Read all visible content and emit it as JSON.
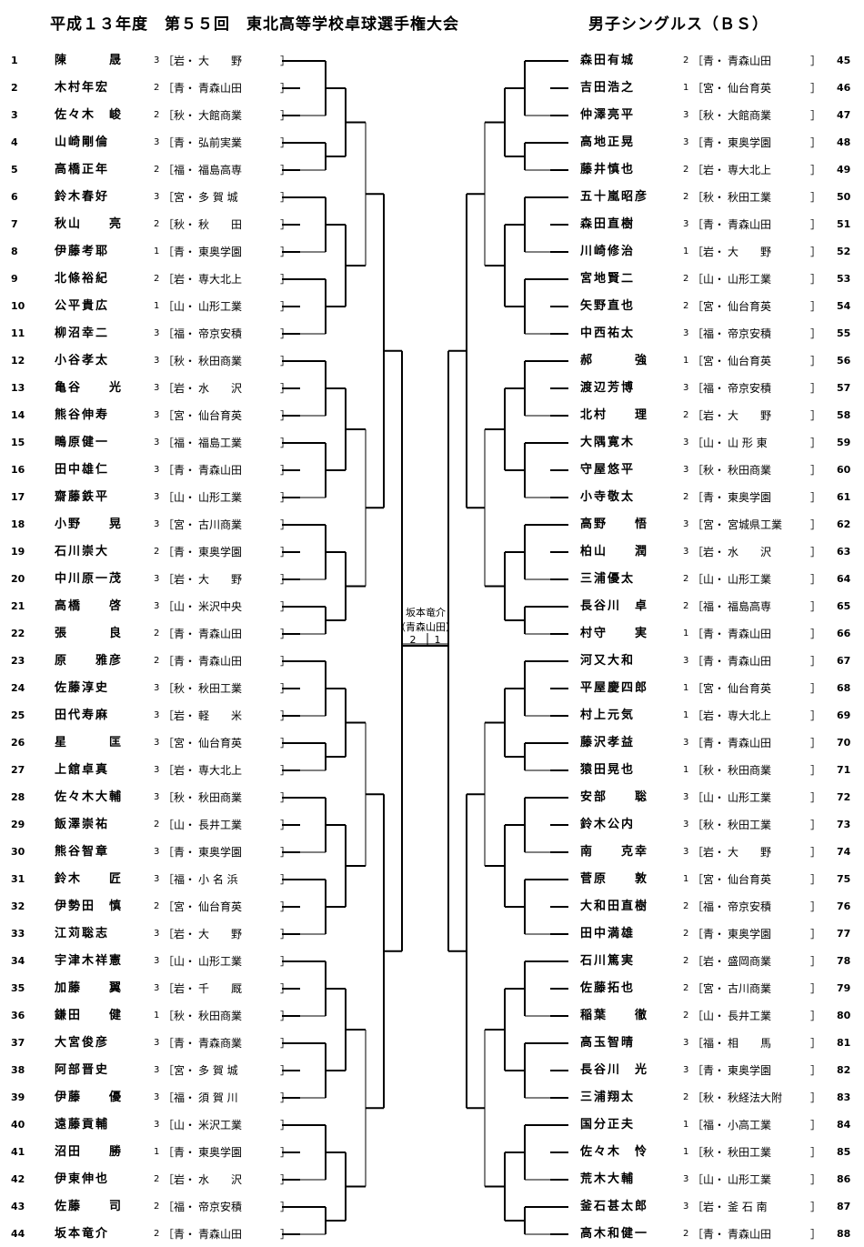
{
  "header": {
    "title": "平成１３年度　第５５回　東北高等学校卓球選手権大会",
    "event": "男子シングルス（ＢＳ）"
  },
  "champion": {
    "name": "坂本竜介",
    "school": "（青森山田）",
    "final_left": "2",
    "final_right": "1"
  },
  "left_players": [
    {
      "no": "1",
      "name": "陳　　　晟",
      "grade": "3",
      "pref": "岩・",
      "school": "大　　野"
    },
    {
      "no": "2",
      "name": "木村年宏",
      "grade": "2",
      "pref": "青・",
      "school": "青森山田"
    },
    {
      "no": "3",
      "name": "佐々木　峻",
      "grade": "2",
      "pref": "秋・",
      "school": "大館商業"
    },
    {
      "no": "4",
      "name": "山崎剛倫",
      "grade": "3",
      "pref": "青・",
      "school": "弘前実業"
    },
    {
      "no": "5",
      "name": "高橋正年",
      "grade": "2",
      "pref": "福・",
      "school": "福島高専"
    },
    {
      "no": "6",
      "name": "鈴木春好",
      "grade": "3",
      "pref": "宮・",
      "school": "多 賀 城"
    },
    {
      "no": "7",
      "name": "秋山　　亮",
      "grade": "2",
      "pref": "秋・",
      "school": "秋　　田"
    },
    {
      "no": "8",
      "name": "伊藤考耶",
      "grade": "1",
      "pref": "青・",
      "school": "東奥学園"
    },
    {
      "no": "9",
      "name": "北條裕紀",
      "grade": "2",
      "pref": "岩・",
      "school": "専大北上"
    },
    {
      "no": "10",
      "name": "公平貴広",
      "grade": "1",
      "pref": "山・",
      "school": "山形工業"
    },
    {
      "no": "11",
      "name": "柳沼幸二",
      "grade": "3",
      "pref": "福・",
      "school": "帝京安積"
    },
    {
      "no": "12",
      "name": "小谷孝太",
      "grade": "3",
      "pref": "秋・",
      "school": "秋田商業"
    },
    {
      "no": "13",
      "name": "亀谷　　光",
      "grade": "3",
      "pref": "岩・",
      "school": "水　　沢"
    },
    {
      "no": "14",
      "name": "熊谷伸寿",
      "grade": "3",
      "pref": "宮・",
      "school": "仙台育英"
    },
    {
      "no": "15",
      "name": "鴫原健一",
      "grade": "3",
      "pref": "福・",
      "school": "福島工業"
    },
    {
      "no": "16",
      "name": "田中雄仁",
      "grade": "3",
      "pref": "青・",
      "school": "青森山田"
    },
    {
      "no": "17",
      "name": "齋藤鉄平",
      "grade": "3",
      "pref": "山・",
      "school": "山形工業"
    },
    {
      "no": "18",
      "name": "小野　　晃",
      "grade": "3",
      "pref": "宮・",
      "school": "古川商業"
    },
    {
      "no": "19",
      "name": "石川崇大",
      "grade": "2",
      "pref": "青・",
      "school": "東奥学園"
    },
    {
      "no": "20",
      "name": "中川原一茂",
      "grade": "3",
      "pref": "岩・",
      "school": "大　　野"
    },
    {
      "no": "21",
      "name": "高橋　　啓",
      "grade": "3",
      "pref": "山・",
      "school": "米沢中央"
    },
    {
      "no": "22",
      "name": "張　　　良",
      "grade": "2",
      "pref": "青・",
      "school": "青森山田"
    },
    {
      "no": "23",
      "name": "原　　雅彦",
      "grade": "2",
      "pref": "青・",
      "school": "青森山田"
    },
    {
      "no": "24",
      "name": "佐藤淳史",
      "grade": "3",
      "pref": "秋・",
      "school": "秋田工業"
    },
    {
      "no": "25",
      "name": "田代寿麻",
      "grade": "3",
      "pref": "岩・",
      "school": "軽　　米"
    },
    {
      "no": "26",
      "name": "星　　　匡",
      "grade": "3",
      "pref": "宮・",
      "school": "仙台育英"
    },
    {
      "no": "27",
      "name": "上舘卓真",
      "grade": "3",
      "pref": "岩・",
      "school": "専大北上"
    },
    {
      "no": "28",
      "name": "佐々木大輔",
      "grade": "3",
      "pref": "秋・",
      "school": "秋田商業"
    },
    {
      "no": "29",
      "name": "飯澤崇祐",
      "grade": "2",
      "pref": "山・",
      "school": "長井工業"
    },
    {
      "no": "30",
      "name": "熊谷智章",
      "grade": "3",
      "pref": "青・",
      "school": "東奥学園"
    },
    {
      "no": "31",
      "name": "鈴木　　匠",
      "grade": "3",
      "pref": "福・",
      "school": "小 名 浜"
    },
    {
      "no": "32",
      "name": "伊勢田　慎",
      "grade": "2",
      "pref": "宮・",
      "school": "仙台育英"
    },
    {
      "no": "33",
      "name": "江苅聡志",
      "grade": "3",
      "pref": "岩・",
      "school": "大　　野"
    },
    {
      "no": "34",
      "name": "宇津木祥憲",
      "grade": "3",
      "pref": "山・",
      "school": "山形工業"
    },
    {
      "no": "35",
      "name": "加藤　　翼",
      "grade": "3",
      "pref": "岩・",
      "school": "千　　厩"
    },
    {
      "no": "36",
      "name": "鎌田　　健",
      "grade": "1",
      "pref": "秋・",
      "school": "秋田商業"
    },
    {
      "no": "37",
      "name": "大宮俊彦",
      "grade": "3",
      "pref": "青・",
      "school": "青森商業"
    },
    {
      "no": "38",
      "name": "阿部晋史",
      "grade": "3",
      "pref": "宮・",
      "school": "多 賀 城"
    },
    {
      "no": "39",
      "name": "伊藤　　優",
      "grade": "3",
      "pref": "福・",
      "school": "須 賀 川"
    },
    {
      "no": "40",
      "name": "遠藤貢輔",
      "grade": "3",
      "pref": "山・",
      "school": "米沢工業"
    },
    {
      "no": "41",
      "name": "沼田　　勝",
      "grade": "1",
      "pref": "青・",
      "school": "東奥学園"
    },
    {
      "no": "42",
      "name": "伊東伸也",
      "grade": "2",
      "pref": "岩・",
      "school": "水　　沢"
    },
    {
      "no": "43",
      "name": "佐藤　　司",
      "grade": "2",
      "pref": "福・",
      "school": "帝京安積"
    },
    {
      "no": "44",
      "name": "坂本竜介",
      "grade": "2",
      "pref": "青・",
      "school": "青森山田"
    }
  ],
  "right_players": [
    {
      "no": "45",
      "name": "森田有城",
      "grade": "2",
      "pref": "青・",
      "school": "青森山田"
    },
    {
      "no": "46",
      "name": "吉田浩之",
      "grade": "1",
      "pref": "宮・",
      "school": "仙台育英"
    },
    {
      "no": "47",
      "name": "仲澤亮平",
      "grade": "3",
      "pref": "秋・",
      "school": "大館商業"
    },
    {
      "no": "48",
      "name": "高地正晃",
      "grade": "3",
      "pref": "青・",
      "school": "東奥学園"
    },
    {
      "no": "49",
      "name": "藤井慎也",
      "grade": "2",
      "pref": "岩・",
      "school": "専大北上"
    },
    {
      "no": "50",
      "name": "五十嵐昭彦",
      "grade": "2",
      "pref": "秋・",
      "school": "秋田工業"
    },
    {
      "no": "51",
      "name": "森田直樹",
      "grade": "3",
      "pref": "青・",
      "school": "青森山田"
    },
    {
      "no": "52",
      "name": "川崎修治",
      "grade": "1",
      "pref": "岩・",
      "school": "大　　野"
    },
    {
      "no": "53",
      "name": "宮地賢二",
      "grade": "2",
      "pref": "山・",
      "school": "山形工業"
    },
    {
      "no": "54",
      "name": "矢野直也",
      "grade": "2",
      "pref": "宮・",
      "school": "仙台育英"
    },
    {
      "no": "55",
      "name": "中西祐太",
      "grade": "3",
      "pref": "福・",
      "school": "帝京安積"
    },
    {
      "no": "56",
      "name": "郝　　　強",
      "grade": "1",
      "pref": "宮・",
      "school": "仙台育英"
    },
    {
      "no": "57",
      "name": "渡辺芳博",
      "grade": "3",
      "pref": "福・",
      "school": "帝京安積"
    },
    {
      "no": "58",
      "name": "北村　　理",
      "grade": "2",
      "pref": "岩・",
      "school": "大　　野"
    },
    {
      "no": "59",
      "name": "大隅寛木",
      "grade": "3",
      "pref": "山・",
      "school": "山 形 東"
    },
    {
      "no": "60",
      "name": "守屋悠平",
      "grade": "3",
      "pref": "秋・",
      "school": "秋田商業"
    },
    {
      "no": "61",
      "name": "小寺敬太",
      "grade": "2",
      "pref": "青・",
      "school": "東奥学園"
    },
    {
      "no": "62",
      "name": "高野　　悟",
      "grade": "3",
      "pref": "宮・",
      "school": "宮城県工業"
    },
    {
      "no": "63",
      "name": "柏山　　潤",
      "grade": "3",
      "pref": "岩・",
      "school": "水　　沢"
    },
    {
      "no": "64",
      "name": "三浦優太",
      "grade": "2",
      "pref": "山・",
      "school": "山形工業"
    },
    {
      "no": "65",
      "name": "長谷川　卓",
      "grade": "2",
      "pref": "福・",
      "school": "福島高専"
    },
    {
      "no": "66",
      "name": "村守　　実",
      "grade": "1",
      "pref": "青・",
      "school": "青森山田"
    },
    {
      "no": "67",
      "name": "河又大和",
      "grade": "3",
      "pref": "青・",
      "school": "青森山田"
    },
    {
      "no": "68",
      "name": "平屋慶四郎",
      "grade": "1",
      "pref": "宮・",
      "school": "仙台育英"
    },
    {
      "no": "69",
      "name": "村上元気",
      "grade": "1",
      "pref": "岩・",
      "school": "専大北上"
    },
    {
      "no": "70",
      "name": "藤沢孝益",
      "grade": "3",
      "pref": "青・",
      "school": "青森山田"
    },
    {
      "no": "71",
      "name": "猿田晃也",
      "grade": "1",
      "pref": "秋・",
      "school": "秋田商業"
    },
    {
      "no": "72",
      "name": "安部　　聡",
      "grade": "3",
      "pref": "山・",
      "school": "山形工業"
    },
    {
      "no": "73",
      "name": "鈴木公内",
      "grade": "3",
      "pref": "秋・",
      "school": "秋田工業"
    },
    {
      "no": "74",
      "name": "南　　克幸",
      "grade": "3",
      "pref": "岩・",
      "school": "大　　野"
    },
    {
      "no": "75",
      "name": "菅原　　敦",
      "grade": "1",
      "pref": "宮・",
      "school": "仙台育英"
    },
    {
      "no": "76",
      "name": "大和田直樹",
      "grade": "2",
      "pref": "福・",
      "school": "帝京安積"
    },
    {
      "no": "77",
      "name": "田中満雄",
      "grade": "2",
      "pref": "青・",
      "school": "東奥学園"
    },
    {
      "no": "78",
      "name": "石川篤実",
      "grade": "2",
      "pref": "岩・",
      "school": "盛岡商業"
    },
    {
      "no": "79",
      "name": "佐藤拓也",
      "grade": "2",
      "pref": "宮・",
      "school": "古川商業"
    },
    {
      "no": "80",
      "name": "稲葉　　徹",
      "grade": "2",
      "pref": "山・",
      "school": "長井工業"
    },
    {
      "no": "81",
      "name": "高玉智晴",
      "grade": "3",
      "pref": "福・",
      "school": "相　　馬"
    },
    {
      "no": "82",
      "name": "長谷川　光",
      "grade": "3",
      "pref": "青・",
      "school": "東奥学園"
    },
    {
      "no": "83",
      "name": "三浦翔太",
      "grade": "2",
      "pref": "秋・",
      "school": "秋経法大附"
    },
    {
      "no": "84",
      "name": "国分正夫",
      "grade": "1",
      "pref": "福・",
      "school": "小高工業"
    },
    {
      "no": "85",
      "name": "佐々木　怜",
      "grade": "1",
      "pref": "秋・",
      "school": "秋田工業"
    },
    {
      "no": "86",
      "name": "荒木大輔",
      "grade": "3",
      "pref": "山・",
      "school": "山形工業"
    },
    {
      "no": "87",
      "name": "釜石甚太郎",
      "grade": "3",
      "pref": "岩・",
      "school": "釜 石 南"
    },
    {
      "no": "88",
      "name": "高木和健一",
      "grade": "2",
      "pref": "青・",
      "school": "青森山田"
    }
  ]
}
